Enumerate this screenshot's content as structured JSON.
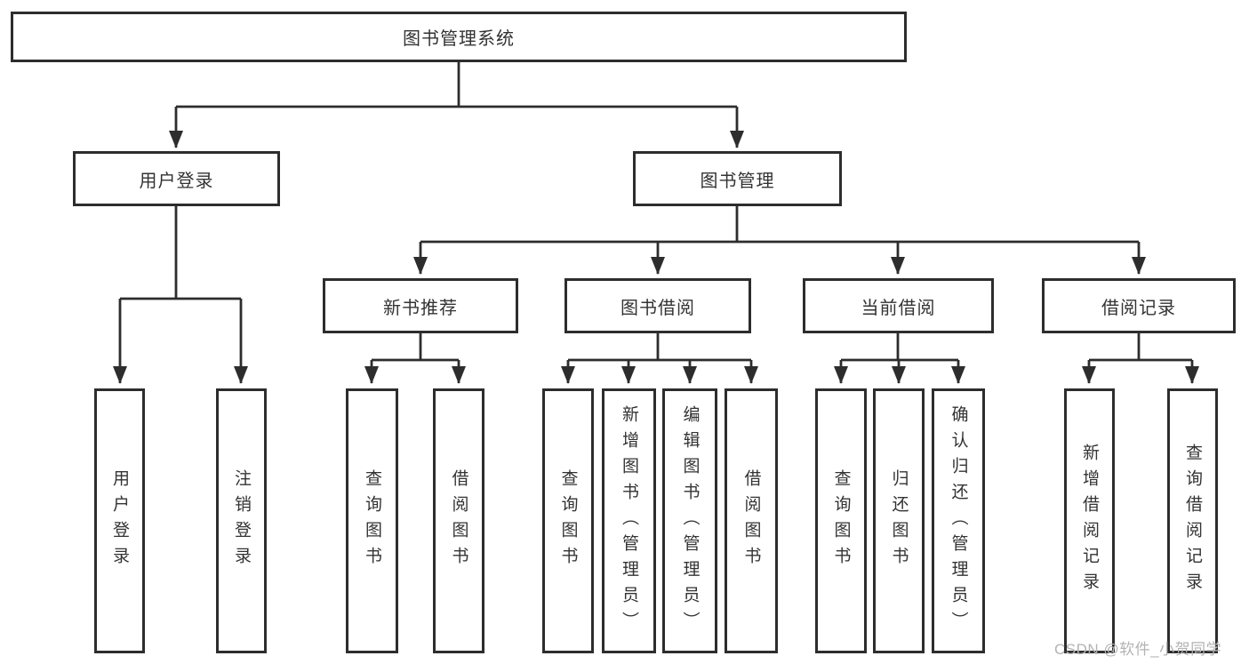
{
  "title": "图书管理系统",
  "watermark": "CSDN @软件_小贺同学",
  "colors": {
    "line": "#2d2d2d",
    "text": "#333333",
    "background": "#ffffff",
    "watermark": "#b3b3b3"
  },
  "branches": [
    {
      "label": "用户登录",
      "leaves": [
        "用户登录",
        "注销登录"
      ]
    },
    {
      "label": "图书管理",
      "sections": [
        {
          "label": "新书推荐",
          "leaves": [
            "查询图书",
            "借阅图书"
          ]
        },
        {
          "label": "图书借阅",
          "leaves": [
            "查询图书",
            "新增图书（管理员）",
            "编辑图书（管理员）",
            "借阅图书"
          ]
        },
        {
          "label": "当前借阅",
          "leaves": [
            "查询图书",
            "归还图书",
            "确认归还（管理员）"
          ]
        },
        {
          "label": "借阅记录",
          "leaves": [
            "新增借阅记录",
            "查询借阅记录"
          ]
        }
      ]
    }
  ]
}
